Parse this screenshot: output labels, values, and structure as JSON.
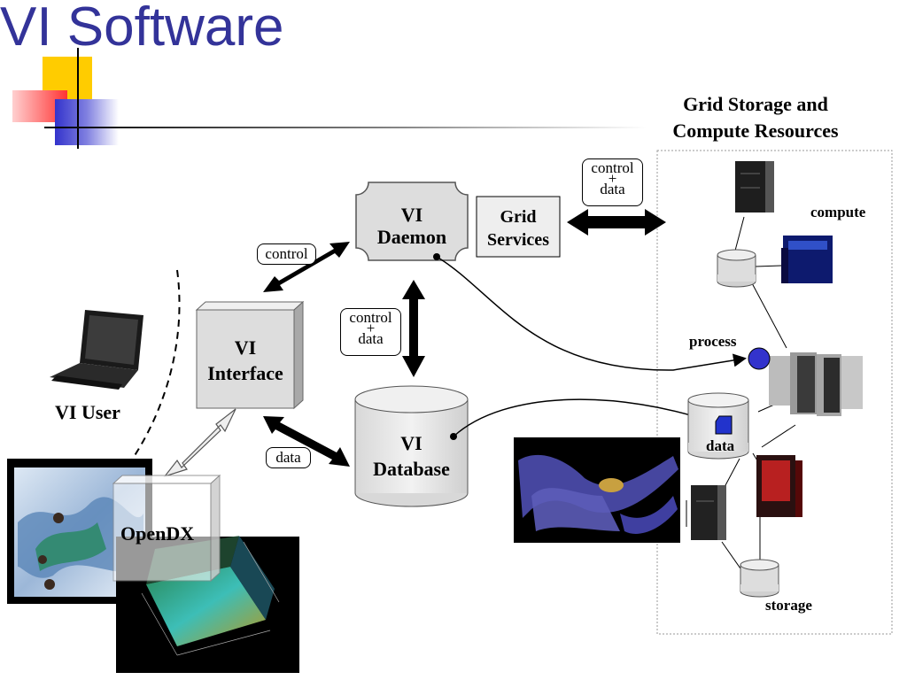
{
  "slide": {
    "title": "VI Software"
  },
  "labels": {
    "grid_storage": "Grid Storage and",
    "compute_resources": "Compute Resources",
    "control_data_top": {
      "line1": "control",
      "plus": "+",
      "line2": "data"
    },
    "control_data_mid": {
      "line1": "control",
      "plus": "+",
      "line2": "data"
    },
    "control": "control",
    "data_small": "data",
    "vi_daemon": {
      "line1": "VI",
      "line2": "Daemon"
    },
    "grid_services": {
      "line1": "Grid",
      "line2": "Services"
    },
    "vi_interface": {
      "line1": "VI",
      "line2": "Interface"
    },
    "vi_database": {
      "line1": "VI",
      "line2": "Database"
    },
    "vi_user": "VI User",
    "opendx": "OpenDX",
    "compute": "compute",
    "process": "process",
    "data_storage": "data",
    "storage": "storage"
  },
  "colors": {
    "title": "#333399",
    "deco_yellow": "#FFCC00",
    "deco_blue": "#3333CC",
    "deco_red": "#FF3333",
    "box_fill": "#DDDDDD",
    "process_dot": "#3333CC"
  }
}
